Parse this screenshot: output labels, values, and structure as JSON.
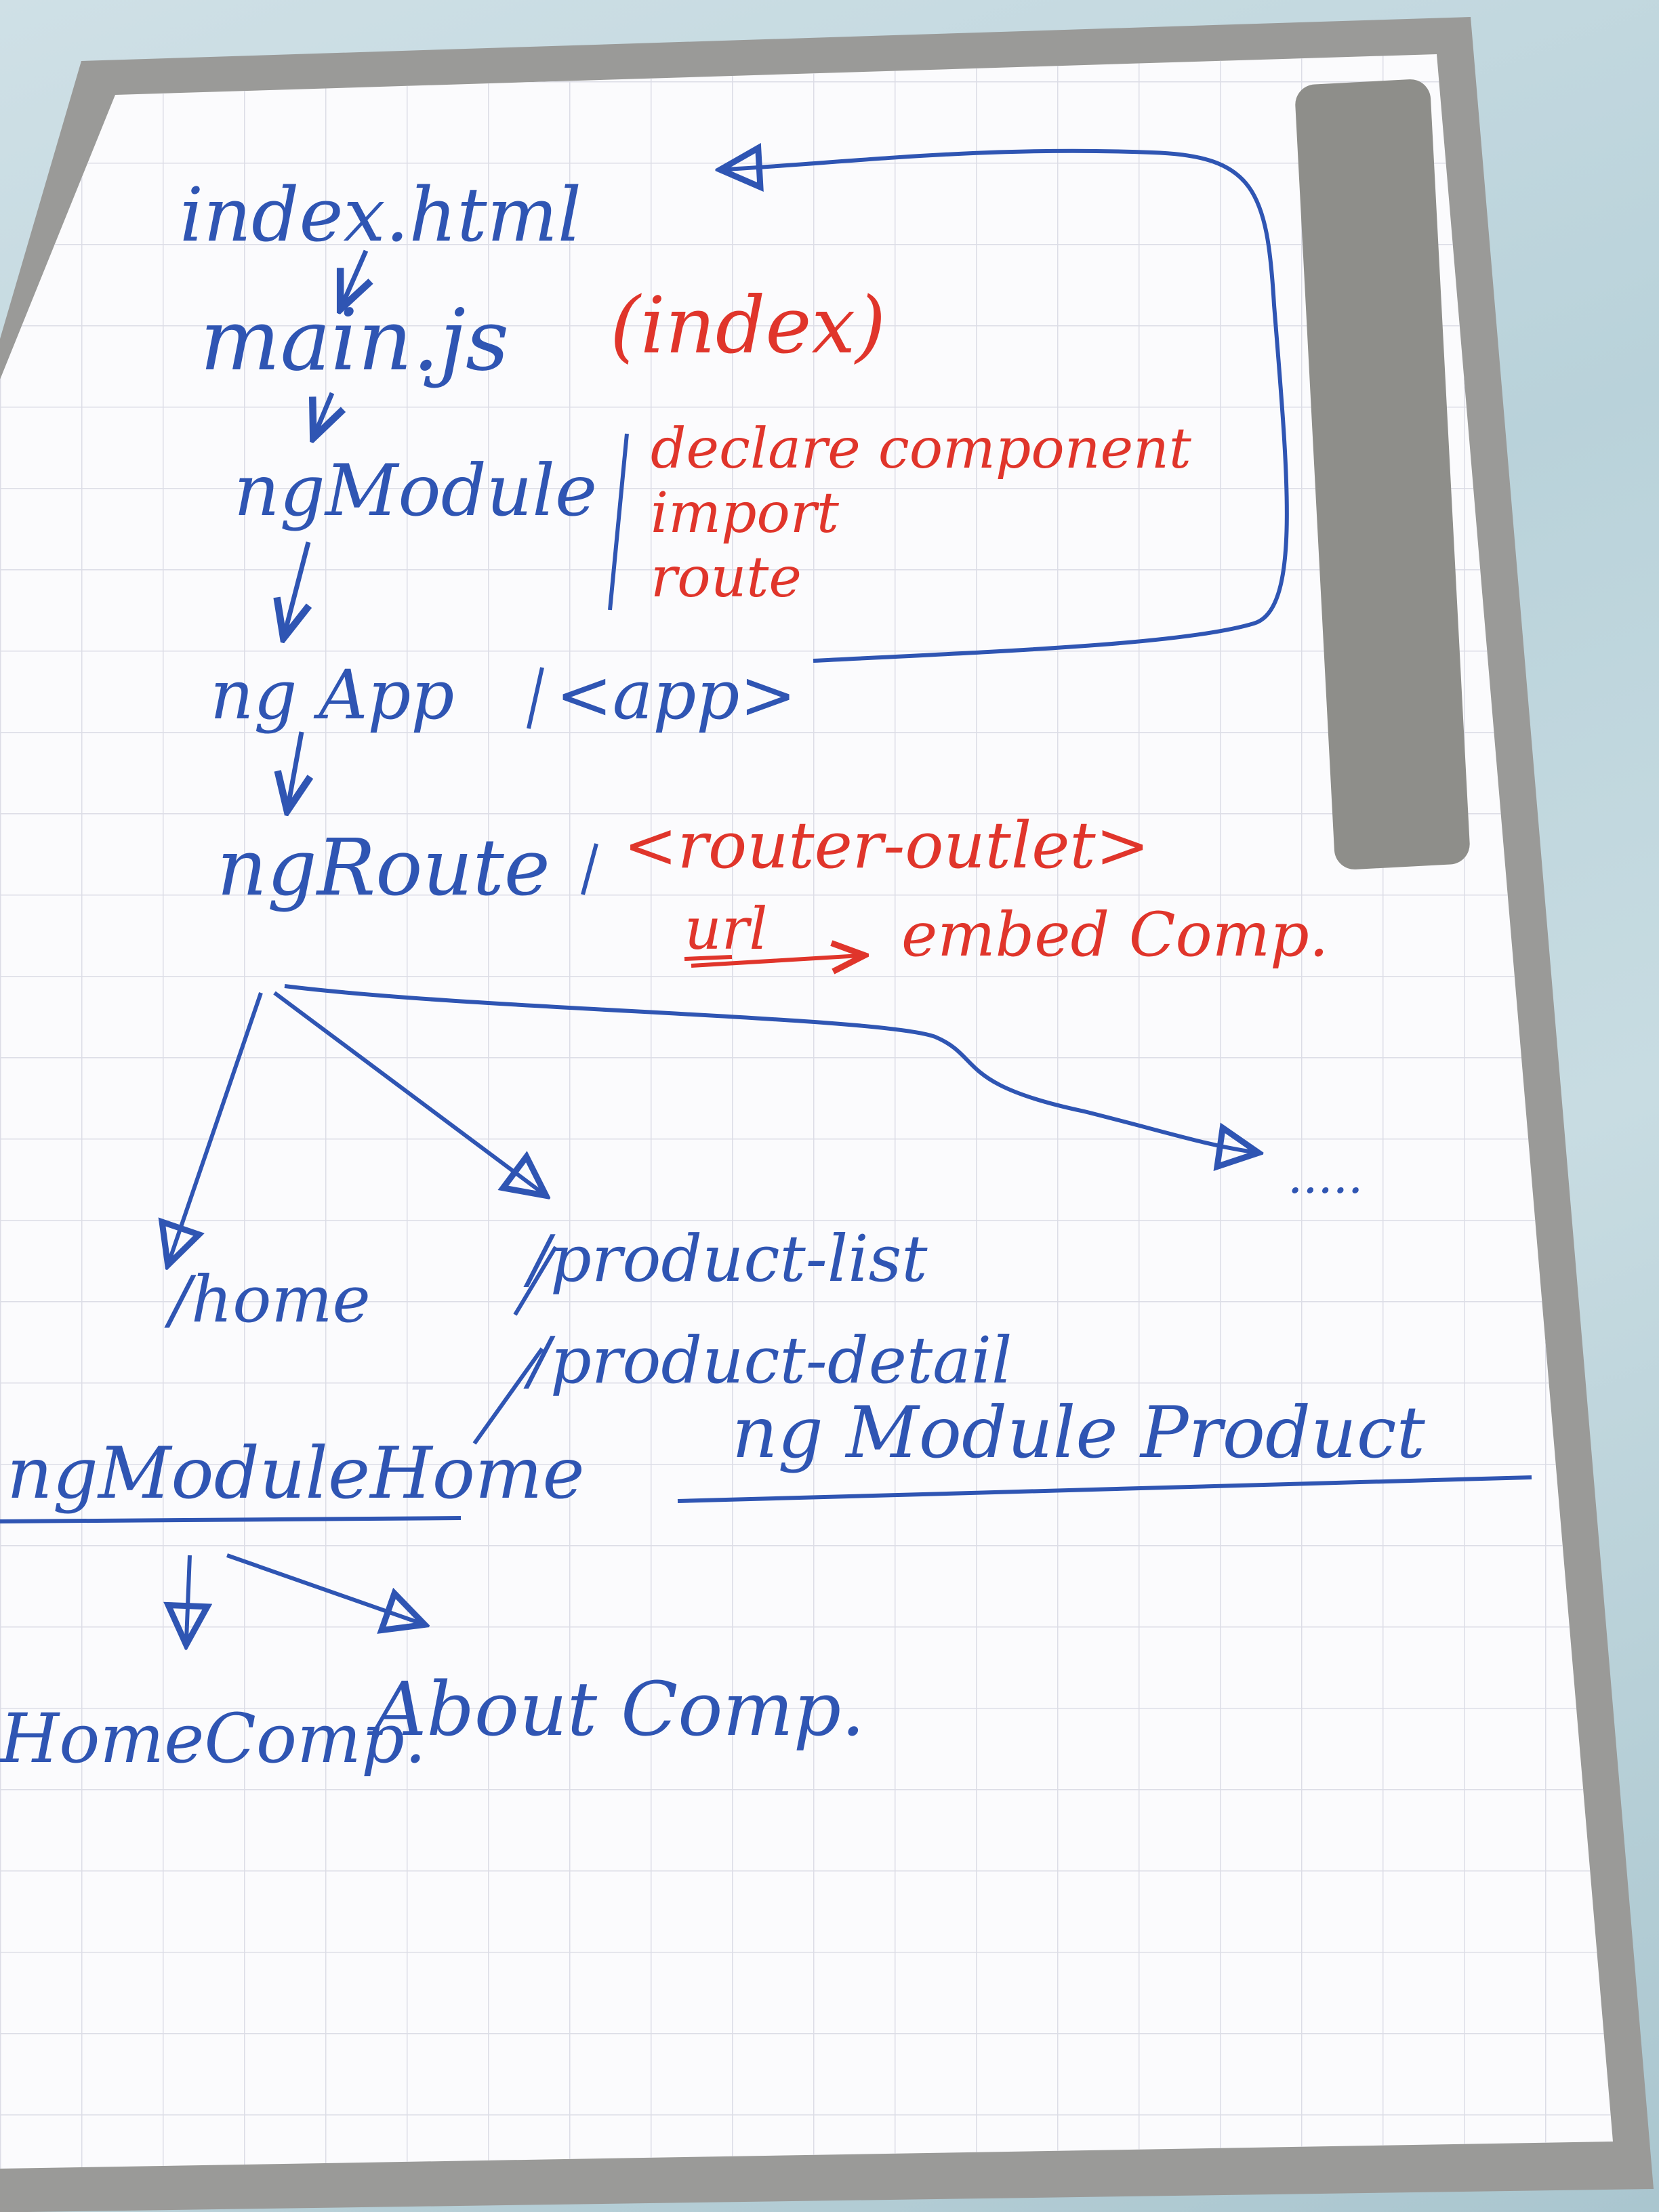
{
  "colors": {
    "blue_marker": "#2f55b3",
    "red_marker": "#e0352b",
    "board": "#fbfbfd",
    "frame": "#9a9a98",
    "grid": "#dcdde6"
  },
  "nodes": {
    "index_html": "index.html",
    "main_js": "main.js",
    "main_js_note": "(index)",
    "ng_module": "ngModule",
    "ng_module_notes": [
      "declare component",
      "import",
      "route"
    ],
    "ng_app": "ng App",
    "ng_app_tag": "<app>",
    "ng_route": "ngRoute",
    "ng_route_tag": "<router-outlet>",
    "url_label": "url",
    "embed_label": "embed Comp.",
    "route_home": "/home",
    "route_product_list": "/product-list",
    "route_product_detail": "/product-detail",
    "ellipsis": ".....",
    "module_home": "ngModuleHome",
    "module_product": "ng Module Product",
    "home_comp": "HomeComp.",
    "about_comp": "About Comp."
  }
}
